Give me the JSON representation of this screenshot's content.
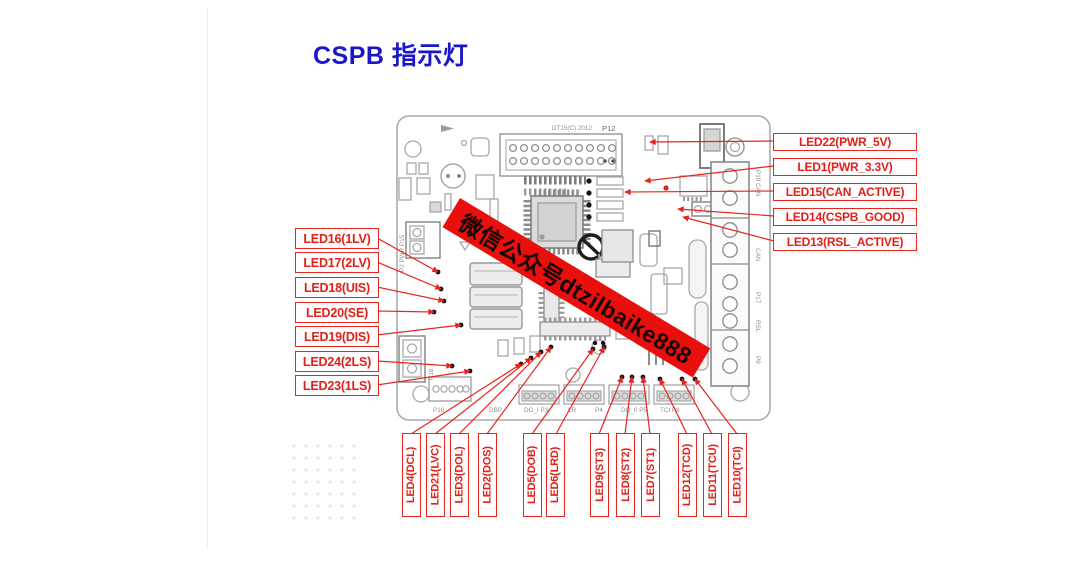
{
  "title": {
    "text": "CSPB 指示灯"
  },
  "watermark": {
    "text": "微信公众号dtzilbaike888"
  },
  "callouts": {
    "left": [
      "LED16(1LV)",
      "LED17(2LV)",
      "LED18(UIS)",
      "LED20(SE)",
      "LED19(DIS)",
      "LED24(2LS)",
      "LED23(1LS)"
    ],
    "right": [
      "LED22(PWR_5V)",
      "LED1(PWR_3.3V)",
      "LED15(CAN_ACTIVE)",
      "LED14(CSPB_GOOD)",
      "LED13(RSL_ACTIVE)"
    ],
    "bottom": [
      "LED4(DCL)",
      "LED21(LVC)",
      "LED3(DOL)",
      "LED2(DOS)",
      "LED5(DOB)",
      "LED6(LRD)",
      "LED9(ST3)",
      "LED8(ST2)",
      "LED7(ST1)",
      "LED12(TCD)",
      "LED11(TCU)",
      "LED10(TCI)"
    ]
  },
  "board": {
    "silk": [
      "DT15(C) 2012",
      "P12",
      "P16",
      "DBP",
      "DO_I P3",
      "LR",
      "P4",
      "DO_0 P5",
      "TCI P8",
      "P19 CAN",
      "CAN",
      "P17",
      "RSL",
      "P9",
      "P2 PWR P15",
      "P18"
    ]
  },
  "colors": {
    "callout_red": "#e8251d",
    "title_blue": "#1b16c9",
    "watermark_bg": "#e80f0c",
    "board_gray": "#a8a8a8"
  }
}
